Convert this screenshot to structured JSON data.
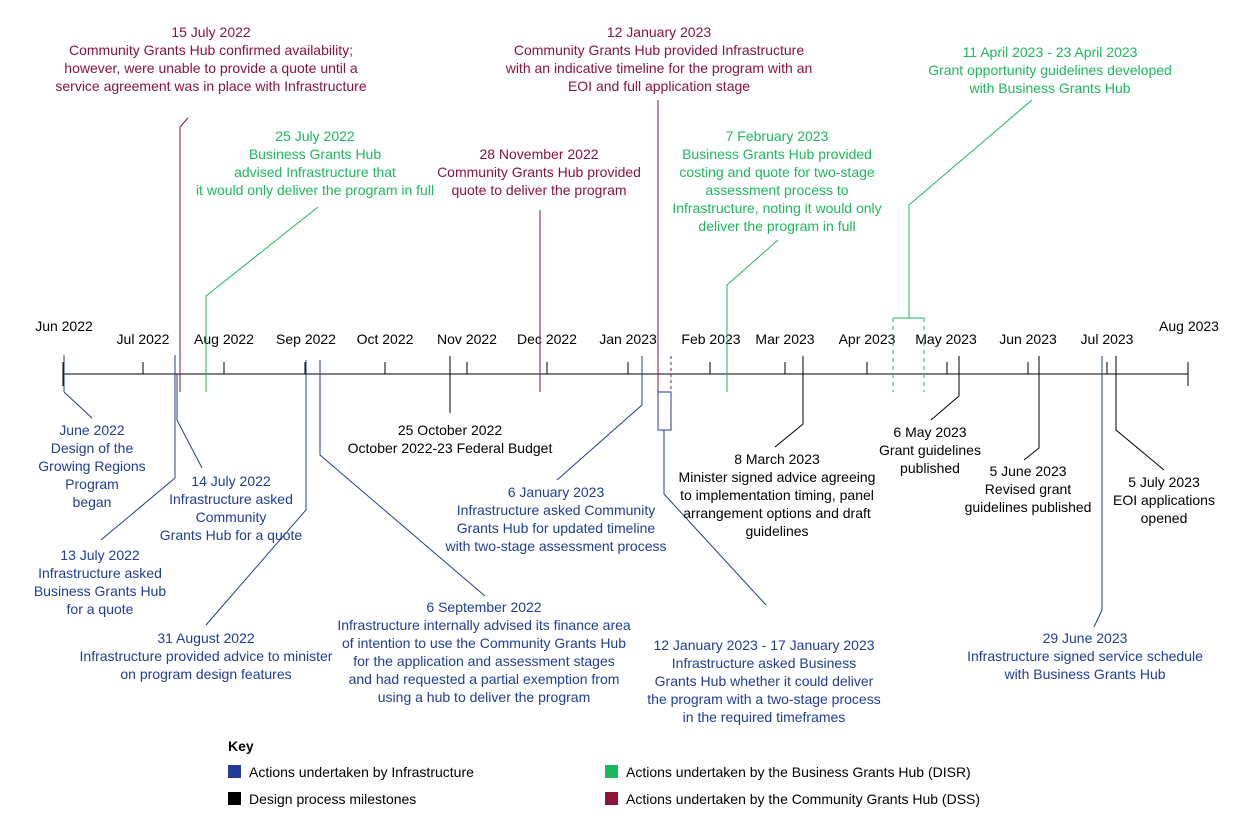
{
  "months": [
    "Jun 2022",
    "Jul 2022",
    "Aug 2022",
    "Sep 2022",
    "Oct 2022",
    "Nov 2022",
    "Dec 2022",
    "Jan 2023",
    "Feb 2023",
    "Mar 2023",
    "Apr 2023",
    "May 2023",
    "Jun 2023",
    "Jul 2023",
    "Aug 2023"
  ],
  "events": [
    {
      "id": "june-2022",
      "category": "infrastructure",
      "date": "June 2022",
      "lines": [
        "Design of the",
        "Growing Regions",
        "Program",
        "began"
      ]
    },
    {
      "id": "13-july-2022",
      "category": "infrastructure",
      "date": "13 July 2022",
      "lines": [
        "Infrastructure asked",
        "Business Grants Hub",
        "for a quote"
      ]
    },
    {
      "id": "14-july-2022",
      "category": "infrastructure",
      "date": "14 July 2022",
      "lines": [
        "Infrastructure asked",
        "Community",
        "Grants Hub for a quote"
      ]
    },
    {
      "id": "15-july-2022",
      "category": "community",
      "date": "15 July 2022",
      "lines": [
        "Community Grants Hub confirmed availability;",
        "however, were unable to provide a quote until a",
        "service agreement was in place with Infrastructure"
      ]
    },
    {
      "id": "25-july-2022",
      "category": "business",
      "date": "25 July 2022",
      "lines": [
        "Business Grants Hub",
        "advised Infrastructure that",
        "it would only deliver the program in full"
      ]
    },
    {
      "id": "31-august-2022",
      "category": "infrastructure",
      "date": "31 August 2022",
      "lines": [
        "Infrastructure provided advice to minister",
        "on program design features"
      ]
    },
    {
      "id": "6-september-2022",
      "category": "infrastructure",
      "date": "6 September 2022",
      "lines": [
        "Infrastructure internally advised its finance area",
        "of intention to use the Community Grants Hub",
        "for the application and assessment stages",
        "and had requested a partial exemption from",
        "using a hub to deliver the program"
      ]
    },
    {
      "id": "25-october-2022",
      "category": "milestone",
      "date": "25 October 2022",
      "lines": [
        "October 2022-23 Federal Budget"
      ]
    },
    {
      "id": "28-november-2022",
      "category": "community",
      "date": "28 November 2022",
      "lines": [
        "Community Grants Hub provided",
        "quote to deliver the program"
      ]
    },
    {
      "id": "6-january-2023",
      "category": "infrastructure",
      "date": "6 January 2023",
      "lines": [
        "Infrastructure asked Community",
        "Grants Hub for updated timeline",
        "with two-stage assessment process"
      ]
    },
    {
      "id": "12-january-2023",
      "category": "community",
      "date": "12 January 2023",
      "lines": [
        "Community Grants Hub provided Infrastructure",
        "with an indicative timeline for the program with an",
        "EOI and full application stage"
      ]
    },
    {
      "id": "12-17-january-2023",
      "category": "infrastructure",
      "date": "12 January 2023 - 17 January 2023",
      "lines": [
        "Infrastructure asked Business",
        "Grants Hub whether it could deliver",
        "the program with a two-stage process",
        "in the required timeframes"
      ]
    },
    {
      "id": "7-february-2023",
      "category": "business",
      "date": "7 February 2023",
      "lines": [
        "Business Grants Hub provided",
        "costing and quote for two-stage",
        "assessment process to",
        "Infrastructure, noting it would only",
        "deliver the program in full"
      ]
    },
    {
      "id": "8-march-2023",
      "category": "milestone",
      "date": "8 March 2023",
      "lines": [
        "Minister signed advice agreeing",
        "to implementation timing, panel",
        "arrangement options and draft",
        "guidelines"
      ]
    },
    {
      "id": "11-23-april-2023",
      "category": "business",
      "date": "11 April 2023 - 23 April 2023",
      "lines": [
        "Grant opportunity guidelines developed",
        "with Business Grants Hub"
      ]
    },
    {
      "id": "6-may-2023",
      "category": "milestone",
      "date": "6 May 2023",
      "lines": [
        "Grant guidelines",
        "published"
      ]
    },
    {
      "id": "5-june-2023",
      "category": "milestone",
      "date": "5 June 2023",
      "lines": [
        "Revised grant",
        "guidelines published"
      ]
    },
    {
      "id": "29-june-2023",
      "category": "infrastructure",
      "date": "29 June 2023",
      "lines": [
        "Infrastructure signed service schedule",
        "with Business Grants Hub"
      ]
    },
    {
      "id": "5-july-2023",
      "category": "milestone",
      "date": "5 July 2023",
      "lines": [
        "EOI applications",
        "opened"
      ]
    }
  ],
  "key": {
    "title": "Key",
    "items": [
      {
        "category": "infrastructure",
        "label": "Actions undertaken by Infrastructure",
        "color": "#1f3d99"
      },
      {
        "category": "milestone",
        "label": "Design process milestones",
        "color": "#000000"
      },
      {
        "category": "business",
        "label": "Actions undertaken by the Business Grants Hub (DISR)",
        "color": "#1db85c"
      },
      {
        "category": "community",
        "label": "Actions undertaken by the Community Grants Hub (DSS)",
        "color": "#8a1538"
      }
    ]
  }
}
